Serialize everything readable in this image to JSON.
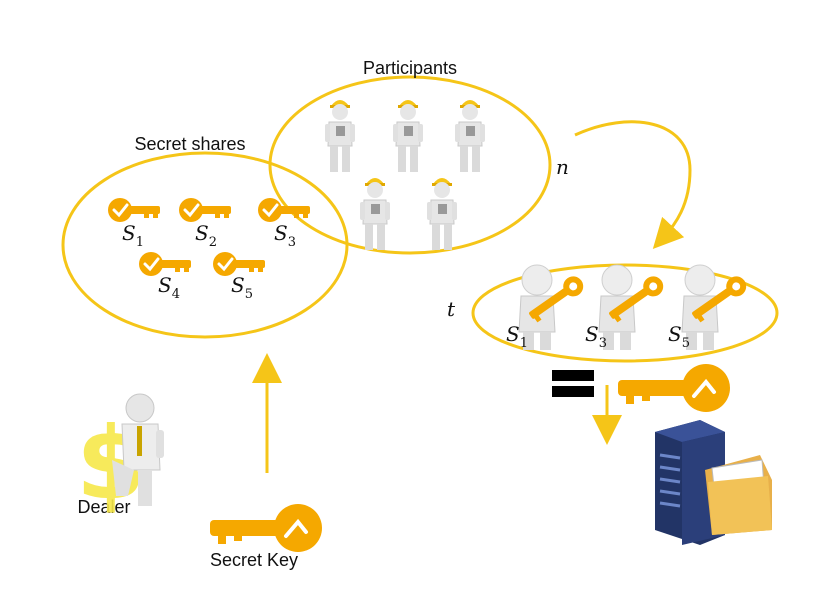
{
  "labels": {
    "participants": "Participants",
    "secret_shares": "Secret shares",
    "dealer": "Dealer",
    "secret_key": "Secret Key",
    "n": "n",
    "t": "t"
  },
  "shares": [
    {
      "base": "S",
      "sub": "1"
    },
    {
      "base": "S",
      "sub": "2"
    },
    {
      "base": "S",
      "sub": "3"
    },
    {
      "base": "S",
      "sub": "4"
    },
    {
      "base": "S",
      "sub": "5"
    }
  ],
  "threshold_shares": [
    {
      "base": "S",
      "sub": "1"
    },
    {
      "base": "S",
      "sub": "3"
    },
    {
      "base": "S",
      "sub": "5"
    }
  ],
  "colors": {
    "accent": "#F5C518",
    "key": "#F5A800",
    "key_dark": "#D98A00",
    "person": "#E6E6E6",
    "person_shadow": "#BDBDBD",
    "server": "#2B3F7A",
    "folder": "#E8B04A"
  },
  "icons": [
    "key-icon",
    "check-key-icon",
    "worker-icon",
    "person-with-key-icon",
    "dealer-icon",
    "dollar-icon",
    "server-icon",
    "folder-icon",
    "equals-icon",
    "arrow-icon"
  ]
}
